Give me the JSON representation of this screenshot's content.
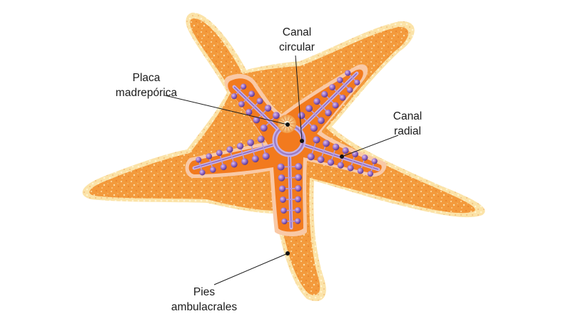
{
  "labels": {
    "canal_circular": [
      "Canal",
      "circular"
    ],
    "placa_madreporica": [
      "Placa",
      "madrepórica"
    ],
    "canal_radial": [
      "Canal",
      "radial"
    ],
    "pies_ambulacrales": [
      "Pies",
      "ambulacrales"
    ]
  },
  "colors": {
    "body_outer": "#F39A3C",
    "body_rim": "#FBE3A8",
    "body_speckle": "#F7C27A",
    "inner_orange": "#F27A1E",
    "inner_rim": "#F9C9A6",
    "canal_purple": "#9C7BC4",
    "bulb_purple": "#8A5DB8",
    "leader_line": "#1a1a1a"
  }
}
